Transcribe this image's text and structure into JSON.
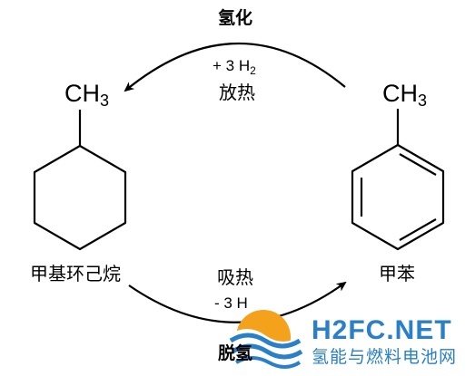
{
  "top_label": "氢化",
  "bottom_label": "脱氢",
  "top_arrow": {
    "line1_prefix": "+ 3 H",
    "line1_sub": "2",
    "line2": "放热"
  },
  "bottom_arrow": {
    "line1": "吸热",
    "line2": "- 3 H"
  },
  "left_molecule": {
    "group": "CH",
    "group_sub": "3",
    "name": "甲基环己烷"
  },
  "right_molecule": {
    "group": "CH",
    "group_sub": "3",
    "name": "甲苯"
  },
  "watermark": {
    "text_en": "H2FC.NET",
    "text_cn": "氢能与燃料电池网"
  },
  "colors": {
    "ink": "#000000",
    "watermark_blue": "#2a7fc9",
    "watermark_orange": "#f4a21c"
  }
}
